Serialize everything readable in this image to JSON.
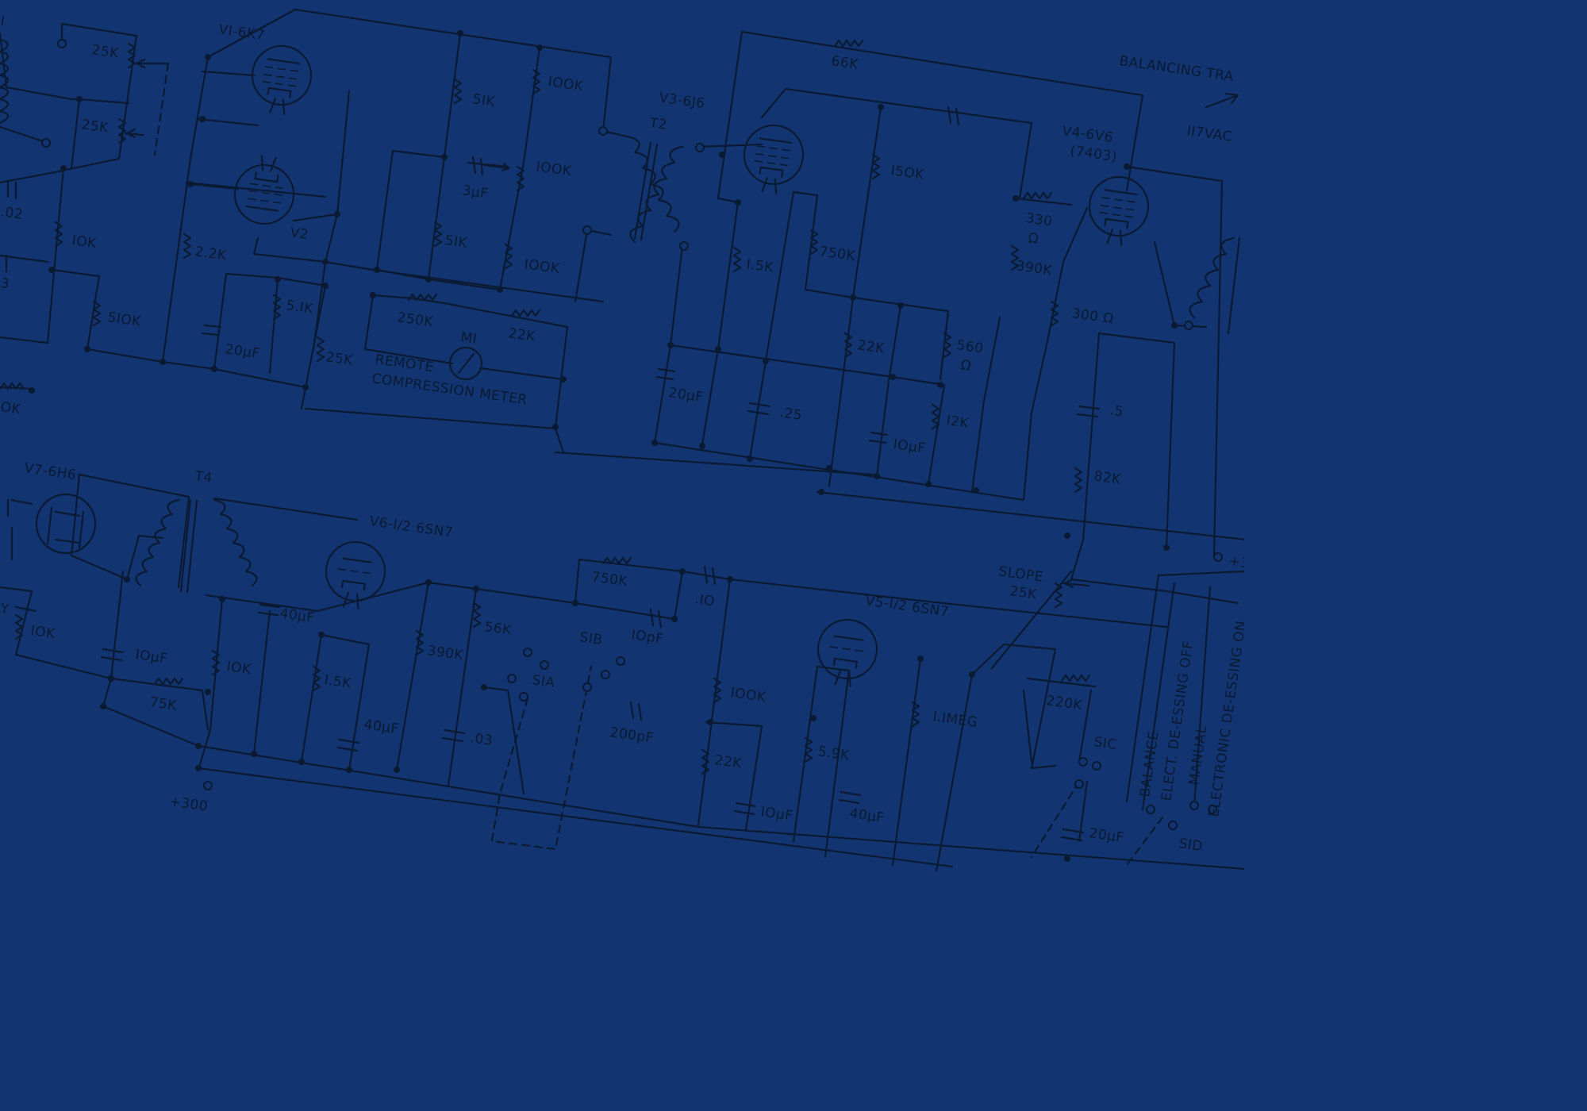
{
  "labels": {
    "v1": "VI-6K7",
    "v2": "V2",
    "v3": "V3-6J6",
    "v4": "V4-6V6",
    "v4_alt": "(7403)",
    "v5": "V5-I/2 6SN7",
    "v6": "V6-I/2 6SN7",
    "v7": "V7-6H6",
    "t2": "T2",
    "t4": "T4",
    "balancing": "BALANCING TRA",
    "vac": "II7VAC",
    "remote": "REMOTE",
    "compression_meter": "COMPRESSION METER",
    "m1": "MI",
    "slope": "SLOPE",
    "slope_value": "25K",
    "s1a": "SIA",
    "s1b": "SIB",
    "s1c": "SIC",
    "s1d": "SID",
    "plus300": "+300",
    "plus3_partial": "+3",
    "mode_balance": "BALANCE",
    "mode_elect": "ELECT. DE-ESSING OFF",
    "mode_manual": "MANUAL",
    "mode_electronic": "ELECTRONIC DE-ESSING ON",
    "edge_02": ".02",
    "edge_3": "3",
    "edge_ok": "OK",
    "edge_y": "Y",
    "edge_i": "I"
  },
  "components": {
    "r25k_a": "25K",
    "r25k_b": "25K",
    "r10k_a": "IOK",
    "r510k": "5IOK",
    "r2_2k": "2.2K",
    "r5_1k": "5.IK",
    "c20uf_a": "20μF",
    "r25k_c": "25K",
    "r51k_a": "5IK",
    "r51k_b": "5IK",
    "c3uf": "3μF",
    "r100k_a": "IOOK",
    "r100k_b": "IOOK",
    "r100k_c": "IOOK",
    "r250k": "250K",
    "r22k_a": "22K",
    "r66k": "66K",
    "r150k": "I5OK",
    "r1_5k_a": "I.5K",
    "r750k_a": "750K",
    "c20uf_b": "20μF",
    "c_25": ".25",
    "r22k_b": "22K",
    "r560": "560",
    "r560_unit": "Ω",
    "r12k": "I2K",
    "c10uf_a": "IOμF",
    "r330": "330",
    "r330_unit": "Ω",
    "r390k_a": "390K",
    "r300": "300 Ω",
    "c_5": ".5",
    "r82k": "82K",
    "r10k_b": "IOK",
    "c10uf_b": "IOμF",
    "r75k": "75K",
    "r10k_c": "IOK",
    "c40uf_a": "40μF",
    "r1_5k_b": "I.5K",
    "c40uf_b": "40μF",
    "r390k_b": "390K",
    "r56k": "56K",
    "c_03": ".03",
    "r750k_b": "750K",
    "c10pf": "IOpF",
    "c_10": ".IO",
    "c200pf": "200pF",
    "r100k_d": "IOOK",
    "r22k_c": "22K",
    "c10uf_c": "IOμF",
    "r5_9k": "5.9K",
    "c40uf_c": "40μF",
    "r1_1meg": "I.IMEG",
    "r220k": "220K",
    "c20uf_c": "20μF"
  }
}
